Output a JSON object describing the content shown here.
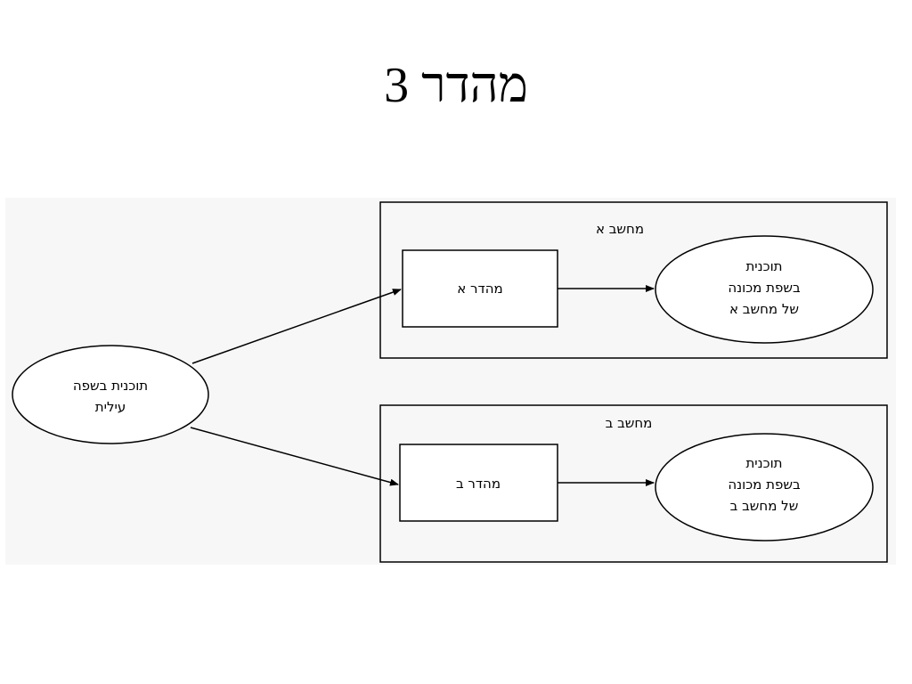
{
  "slide": {
    "title": "מהדר 3"
  },
  "diagram": {
    "source_program": {
      "line1": "תוכנית בשפה",
      "line2": "עילית"
    },
    "computer_a": {
      "label": "מחשב א",
      "compiler_label": "מהדר א",
      "output": {
        "line1": "תוכנית",
        "line2": "בשפת מכונה",
        "line3": "של מחשב א"
      }
    },
    "computer_b": {
      "label": "מחשב ב",
      "compiler_label": "מהדר ב",
      "output": {
        "line1": "תוכנית",
        "line2": "בשפת מכונה",
        "line3": "של מחשב ב"
      }
    }
  }
}
